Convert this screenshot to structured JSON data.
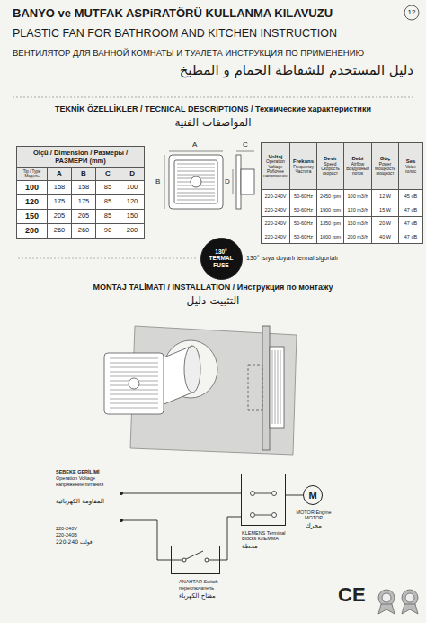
{
  "diagram": {
    "title": "BANYO ve MUTFAK ASPiRATÖRÜ KULLANMA KILAVUZU",
    "nodes": [
      {
        "text": [
          "130° TERMAL FUSE"
        ]
      },
      {
        "text": [
          "ANAHTAR Switch",
          "переключатель",
          "مفتاح الكهرباء"
        ]
      },
      {
        "text": [
          "KLEMENS Terminal Blocks КЛЕММА",
          "محطة"
        ]
      },
      {
        "text": [
          "M",
          "MOTOR Engine МОТОР",
          "محرك"
        ]
      }
    ],
    "edges": [
      {
        "from": 1,
        "to": 2,
        "arrow": "none"
      },
      {
        "from": 2,
        "to": 3,
        "arrow": "none"
      }
    ],
    "labels": [
      "12",
      "PLASTIC FAN FOR BATHROOM AND KITCHEN INSTRUCTION",
      "ВЕНТИЛЯТОР ДЛЯ ВАННОЙ КОМНАТЫ И ТУАЛЕТА ИНСТРУКЦИЯ ПО ПРИМЕНЕНИЮ",
      "دليل المستخدم للشفاطة الحمام و المطبخ",
      "TEKNİK ÖZELLİKLER / TECNICAL DESCRIPTIONS / Технические характеристики",
      "المواصفات الفنية",
      "Ölçü / Dimension / Размеры / РАЗМЕРИ (mm)",
      "Tip / Type Модель",
      "A",
      "B",
      "C",
      "D",
      "100",
      "158",
      "158",
      "85",
      "100",
      "120",
      "175",
      "175",
      "85",
      "120",
      "150",
      "205",
      "205",
      "85",
      "150",
      "200",
      "260",
      "260",
      "90",
      "200",
      "A",
      "C",
      "B",
      "D",
      "Voltaj",
      "Operation Voltage",
      "Рабочее напряжение",
      "Frekans",
      "Frequency",
      "Частота",
      "Devir",
      "Speed",
      "Скорость",
      "скорост",
      "Debi",
      "Airflow",
      "Воздушный поток",
      "Güç",
      "Power",
      "Мощность",
      "мощност",
      "Ses",
      "Voice",
      "голос",
      "220-240V",
      "50-60Hz",
      "2450 rpm",
      "100 m3/h",
      "12 W",
      "45 dB",
      "220-240V",
      "50-60Hz",
      "1900 rpm",
      "120 m3/h",
      "15 W",
      "47 dB",
      "220-240V",
      "50-60Hz",
      "1350 rpm",
      "150 m3/h",
      "20 W",
      "47 dB",
      "220-240V",
      "50-60Hz",
      "1000 rpm",
      "200 m3/h",
      "40 W",
      "47 dB",
      "130° ısıya duyarlı termal sigortalı",
      "MONTAJ TALİMATI / INSTALLATION / Инструкция по монтажу",
      "التثبيت دليل",
      "ŞEBEKE GERİLİMİ",
      "Operation Voltage",
      "напряжение питания",
      "المقاومة الكهربائية",
      "220-240V",
      "220-240В",
      "220-240 فولت",
      "CE"
    ]
  }
}
